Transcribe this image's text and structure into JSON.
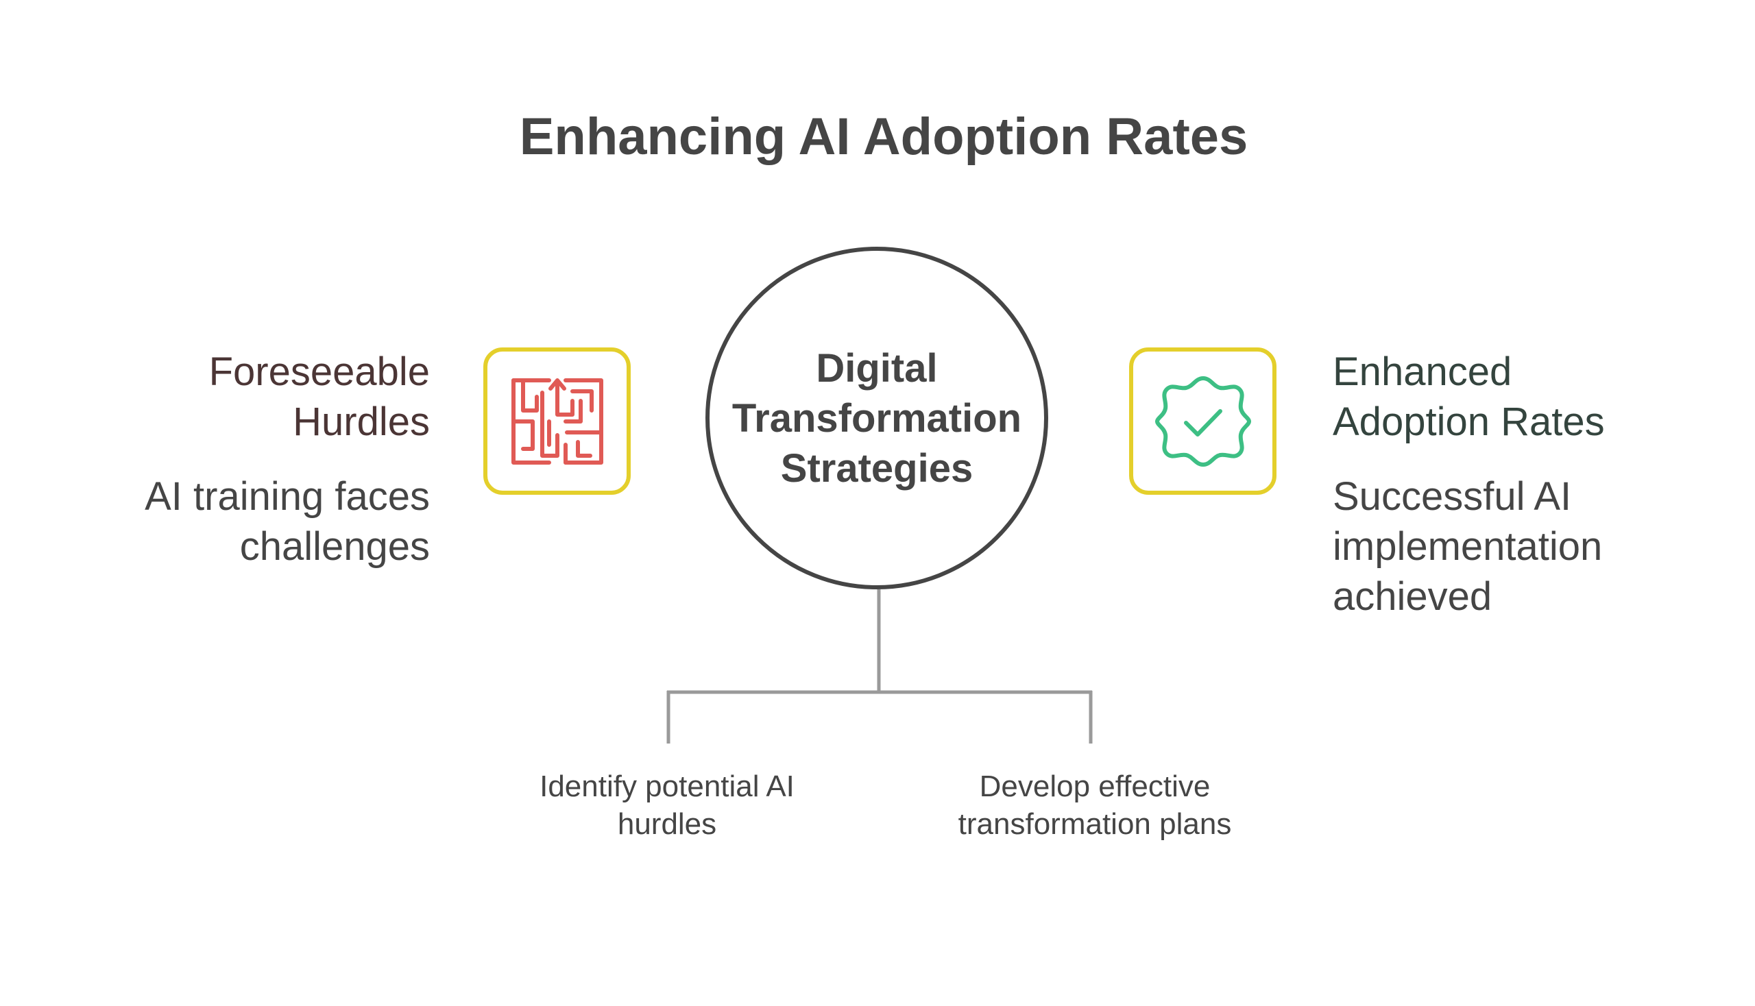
{
  "title": "Enhancing AI Adoption Rates",
  "center": {
    "line1": "Digital",
    "line2": "Transformation",
    "line3": "Strategies"
  },
  "left": {
    "heading_line1": "Foreseeable",
    "heading_line2": "Hurdles",
    "desc_line1": "AI training faces",
    "desc_line2": "challenges",
    "icon": "maze-icon"
  },
  "right": {
    "heading_line1": "Enhanced",
    "heading_line2": "Adoption Rates",
    "desc_line1": "Successful AI",
    "desc_line2": "implementation",
    "desc_line3": "achieved",
    "icon": "check-badge-icon"
  },
  "branches": [
    {
      "line1": "Identify potential AI",
      "line2": "hurdles"
    },
    {
      "line1": "Develop effective",
      "line2": "transformation plans"
    }
  ],
  "colors": {
    "text": "#454545",
    "icon_box_border": "#e4cf2b",
    "maze_icon": "#e05a55",
    "check_icon": "#3dbf84",
    "connector": "#9a9a9a"
  }
}
